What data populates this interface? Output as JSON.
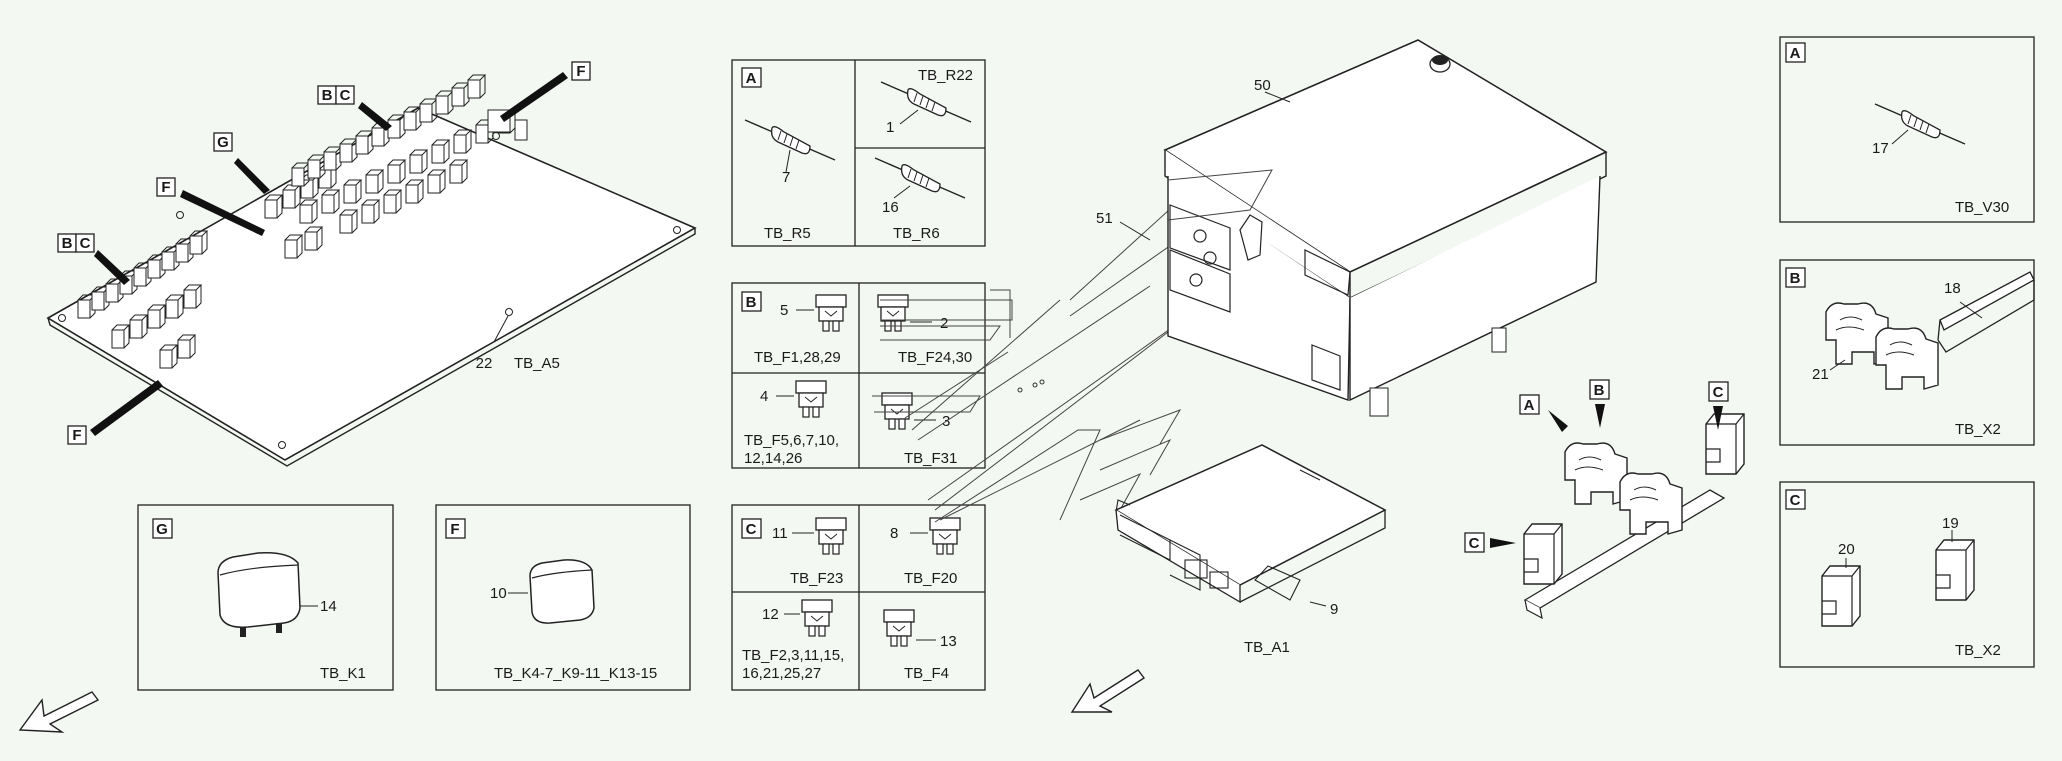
{
  "colors": {
    "background": "#f4f8f3",
    "line": "#1a1a1a"
  },
  "board": {
    "caption": "TB_A5",
    "callouts": {
      "bc_top": [
        "B",
        "C"
      ],
      "g": "G",
      "f_top": "F",
      "f_left": "F",
      "bc_left": [
        "B",
        "C"
      ],
      "f_bottom": "F"
    },
    "item_number": "22"
  },
  "box_g": {
    "letter": "G",
    "item": "14",
    "caption": "TB_K1"
  },
  "box_f": {
    "letter": "F",
    "item": "10",
    "caption": "TB_K4-7_K9-11_K13-15"
  },
  "table_a": {
    "letter": "A",
    "cells": [
      {
        "item": "7",
        "caption": "TB_R5"
      },
      {
        "item": "1",
        "caption": "TB_R22"
      },
      {
        "item": "16",
        "caption": "TB_R6"
      }
    ]
  },
  "table_b": {
    "letter": "B",
    "cells": [
      {
        "item": "5",
        "caption": "TB_F1,28,29"
      },
      {
        "item": "2",
        "caption": "TB_F24,30"
      },
      {
        "item": "4",
        "caption_lines": [
          "TB_F5,6,7,10,",
          "12,14,26"
        ]
      },
      {
        "item": "3",
        "caption": "TB_F31"
      }
    ]
  },
  "table_c": {
    "letter": "C",
    "cells": [
      {
        "item": "11",
        "caption": "TB_F23"
      },
      {
        "item": "8",
        "caption": "TB_F20"
      },
      {
        "item": "12",
        "caption_lines": [
          "TB_F2,3,11,15,",
          "16,21,25,27"
        ]
      },
      {
        "item": "13",
        "caption": "TB_F4"
      }
    ]
  },
  "enclosure": {
    "lid_item": "50",
    "cable_item": "51"
  },
  "ecu": {
    "item": "9",
    "caption": "TB_A1"
  },
  "rail_assembly": {
    "callouts": [
      "A",
      "B",
      "C",
      "C"
    ]
  },
  "right_a": {
    "letter": "A",
    "item": "17",
    "caption": "TB_V30"
  },
  "right_b": {
    "letter": "B",
    "rail_item": "18",
    "terminal_item": "21",
    "caption": "TB_X2"
  },
  "right_c": {
    "letter": "C",
    "item_left": "20",
    "item_right": "19",
    "caption": "TB_X2"
  }
}
